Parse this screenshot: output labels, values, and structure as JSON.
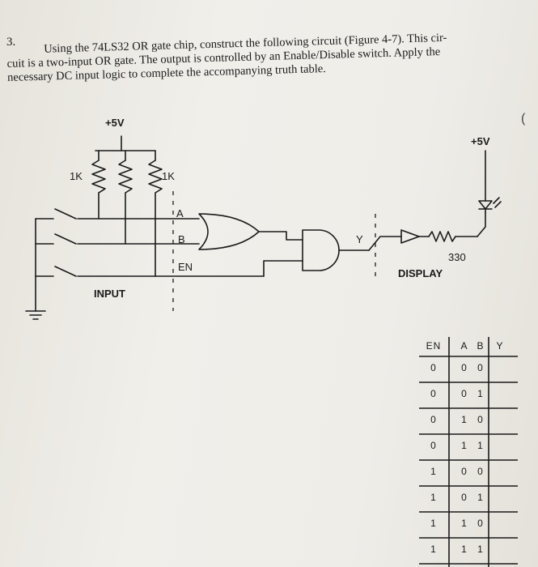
{
  "problem": {
    "number": "3.",
    "lines": [
      "Using the 74LS32 OR gate chip, construct the following circuit (Figure 4-7). This cir-",
      "cuit is a two-input OR gate. The output is controlled by an Enable/Disable switch. Apply the",
      "necessary DC input logic to complete the accompanying truth table."
    ]
  },
  "circuit": {
    "supply_left": "+5V",
    "supply_right": "+5V",
    "resistor_left": "1K",
    "resistor_right": "1K",
    "input_a": "A",
    "input_b": "B",
    "input_en": "EN",
    "output_y": "Y",
    "display_resistor": "330",
    "display_label": "DISPLAY",
    "input_label": "INPUT"
  },
  "margin_mark": "(",
  "truth_table": {
    "headers": [
      "EN",
      "A",
      "B",
      "Y"
    ],
    "rows": [
      [
        "0",
        "0",
        "0",
        ""
      ],
      [
        "0",
        "0",
        "1",
        ""
      ],
      [
        "0",
        "1",
        "0",
        ""
      ],
      [
        "0",
        "1",
        "1",
        ""
      ],
      [
        "1",
        "0",
        "0",
        ""
      ],
      [
        "1",
        "0",
        "1",
        ""
      ],
      [
        "1",
        "1",
        "0",
        ""
      ],
      [
        "1",
        "1",
        "1",
        ""
      ]
    ]
  }
}
